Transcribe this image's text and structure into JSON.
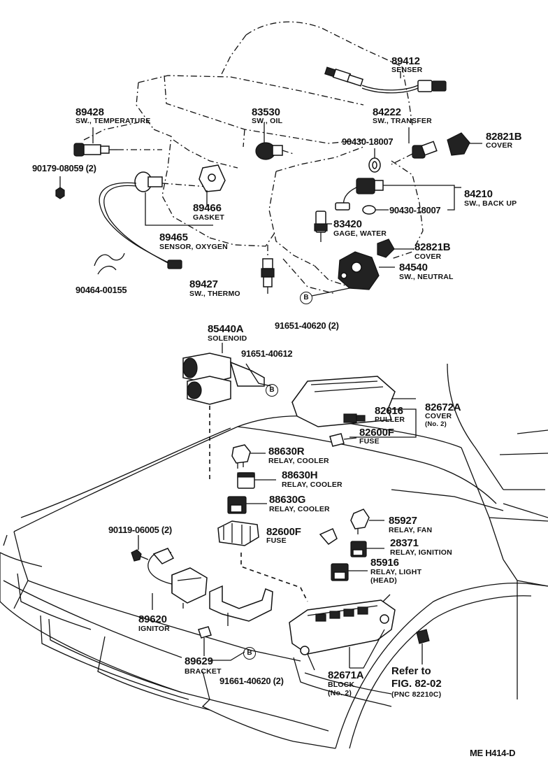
{
  "parts": {
    "p89412": {
      "num": "89412",
      "desc": "SENSER"
    },
    "p89428": {
      "num": "89428",
      "desc": "SW., TEMPERATURE"
    },
    "p83530": {
      "num": "83530",
      "desc": "SW., OIL"
    },
    "p84222": {
      "num": "84222",
      "desc": "SW., TRANSFER"
    },
    "p90430a": {
      "num": "90430-18007"
    },
    "p82821b_a": {
      "num": "82821B",
      "desc": "COVER"
    },
    "p90179": {
      "num": "90179-08059 (2)"
    },
    "p84210": {
      "num": "84210",
      "desc": "SW., BACK UP"
    },
    "p90430b": {
      "num": "90430-18007"
    },
    "p89466": {
      "num": "89466",
      "desc": "GASKET"
    },
    "p83420": {
      "num": "83420",
      "desc": "GAGE, WATER"
    },
    "p89465": {
      "num": "89465",
      "desc": "SENSOR, OXYGEN"
    },
    "p82821b_b": {
      "num": "82821B",
      "desc": "COVER"
    },
    "p84540": {
      "num": "84540",
      "desc": "SW., NEUTRAL"
    },
    "p90464": {
      "num": "90464-00155"
    },
    "p89427": {
      "num": "89427",
      "desc": "SW., THERMO"
    },
    "p91651a": {
      "num": "91651-40620 (2)"
    },
    "p85440a": {
      "num": "85440A",
      "desc": "SOLENOID"
    },
    "p91651b": {
      "num": "91651-40612"
    },
    "p82616": {
      "num": "82616",
      "desc": "PULLER"
    },
    "p82672a": {
      "num": "82672A",
      "desc": "COVER",
      "desc2": "(No. 2)"
    },
    "p82600f_a": {
      "num": "82600F",
      "desc": "FUSE"
    },
    "p88630r": {
      "num": "88630R",
      "desc": "RELAY, COOLER"
    },
    "p88630h": {
      "num": "88630H",
      "desc": "RELAY, COOLER"
    },
    "p88630g": {
      "num": "88630G",
      "desc": "RELAY, COOLER"
    },
    "p90119": {
      "num": "90119-06005 (2)"
    },
    "p85927": {
      "num": "85927",
      "desc": "RELAY, FAN"
    },
    "p82600f_b": {
      "num": "82600F",
      "desc": "FUSE"
    },
    "p28371": {
      "num": "28371",
      "desc": "RELAY, IGNITION"
    },
    "p85916": {
      "num": "85916",
      "desc": "RELAY, LIGHT",
      "desc2": "(HEAD)"
    },
    "p89620": {
      "num": "89620",
      "desc": "IGNITOR"
    },
    "p89629": {
      "num": "89629",
      "desc": "BRACKET"
    },
    "p91661": {
      "num": "91661-40620 (2)"
    },
    "p82671a": {
      "num": "82671A",
      "desc": "BLOCK",
      "desc2": "(No. 2)"
    }
  },
  "reference": {
    "line1": "Refer to",
    "line2": "FIG. 82-02",
    "line3": "(PNC 82210C)"
  },
  "markers": {
    "b": "B"
  },
  "figure_code": "ME  H414-D"
}
